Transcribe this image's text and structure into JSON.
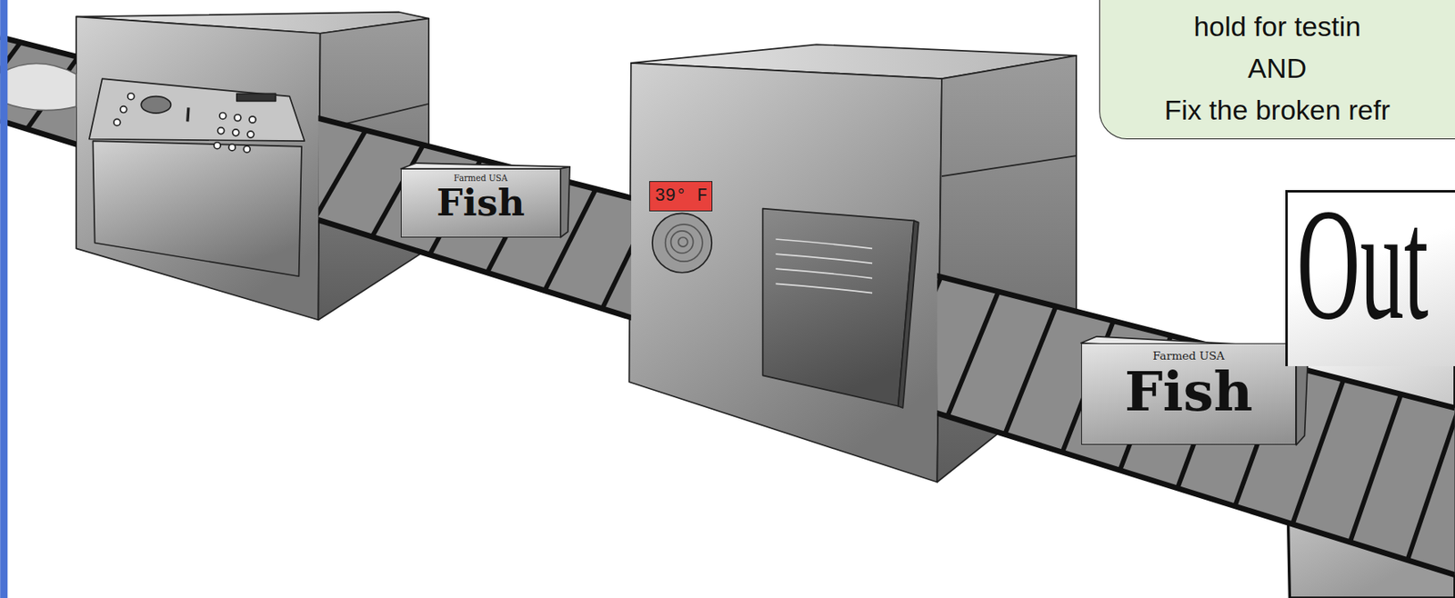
{
  "diagram": {
    "nodes": [
      {
        "text": [
          "Farmed USA",
          "Fish"
        ]
      },
      {
        "text": [
          "39° F"
        ]
      },
      {
        "text": [
          "Farmed USA",
          "Fish"
        ]
      },
      {
        "text": [
          "hold for testin",
          "AND",
          "Fix the broken refr"
        ]
      },
      {
        "text": [
          "Out"
        ]
      }
    ]
  }
}
